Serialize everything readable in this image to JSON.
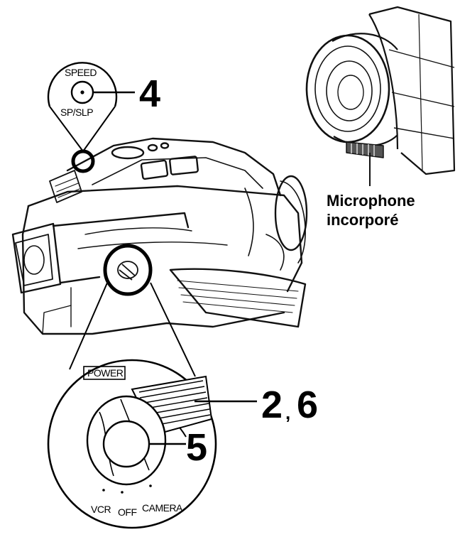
{
  "callouts": {
    "speed_top": "SPEED",
    "speed_bottom": "SP/SLP",
    "number_4": "4",
    "number_2_6_a": "2",
    "number_2_6_sep": ",",
    "number_2_6_b": "6",
    "number_5": "5",
    "power_label": "POWER",
    "mode_vcr": "VCR",
    "mode_off": "OFF",
    "mode_camera": "CAMERA"
  },
  "microphone": {
    "line1": "Microphone",
    "line2": "incorporé"
  }
}
